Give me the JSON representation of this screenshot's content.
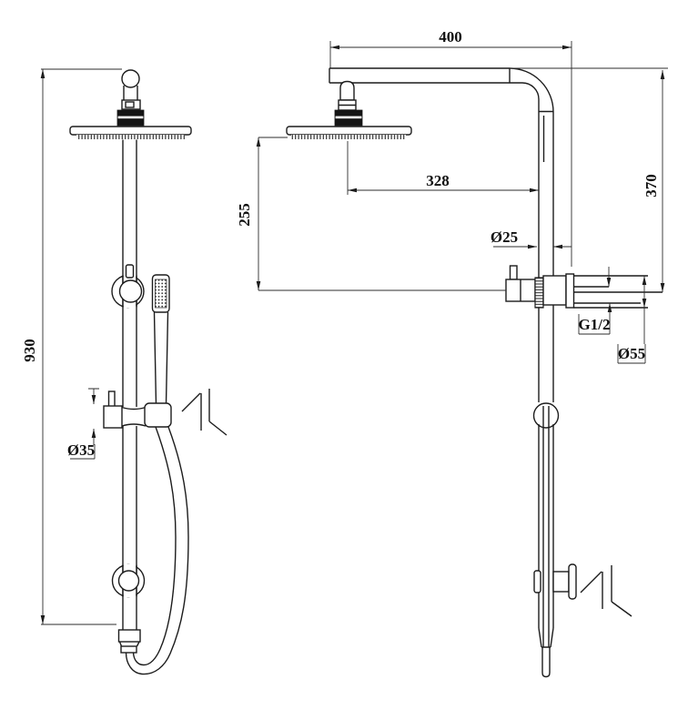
{
  "drawing": {
    "background_color": "#ffffff",
    "line_color": "#1c1c1c",
    "views": {
      "front": {
        "dimensions": {
          "overall_height": "930",
          "slider_bracket_diameter": "Ø35"
        }
      },
      "side": {
        "dimensions": {
          "arm_length": "400",
          "head_projection": "328",
          "head_drop": "255",
          "riser_diameter": "Ø25",
          "wall_drop": "370",
          "inlet_thread": "G1/2",
          "flange_diameter": "Ø55"
        }
      }
    }
  }
}
